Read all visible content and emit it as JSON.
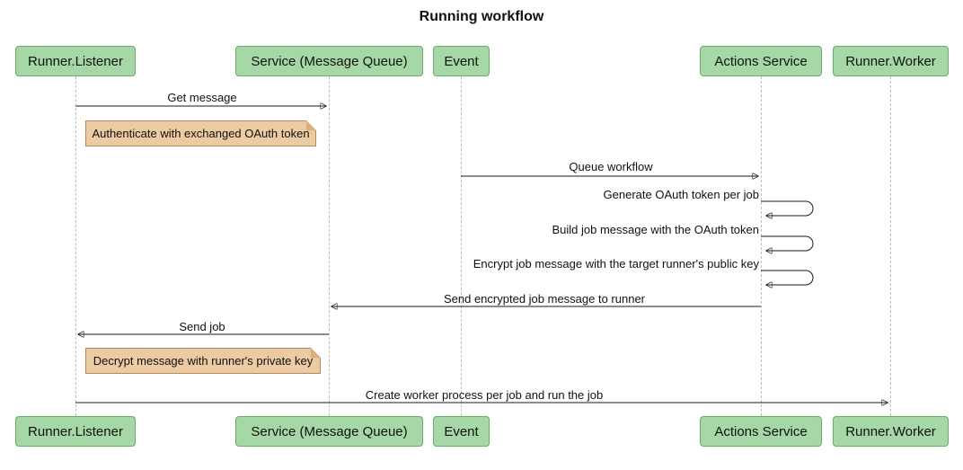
{
  "title": "Running workflow",
  "participants": [
    {
      "id": "runner-listener",
      "label": "Runner.Listener"
    },
    {
      "id": "service-message-queue",
      "label": "Service (Message Queue)"
    },
    {
      "id": "event",
      "label": "Event"
    },
    {
      "id": "actions-service",
      "label": "Actions Service"
    },
    {
      "id": "runner-worker",
      "label": "Runner.Worker"
    }
  ],
  "messages": [
    {
      "from": "Runner.Listener",
      "to": "Service (Message Queue)",
      "label": "Get message",
      "type": "solid"
    },
    {
      "from": "Event",
      "to": "Actions Service",
      "label": "Queue workflow",
      "type": "solid"
    },
    {
      "from": "Actions Service",
      "to": "Actions Service",
      "label": "Generate OAuth token per job",
      "type": "self"
    },
    {
      "from": "Actions Service",
      "to": "Actions Service",
      "label": "Build job message with the OAuth token",
      "type": "self"
    },
    {
      "from": "Actions Service",
      "to": "Actions Service",
      "label": "Encrypt job message with the target runner's public key",
      "type": "self"
    },
    {
      "from": "Actions Service",
      "to": "Service (Message Queue)",
      "label": "Send encrypted job message to runner",
      "type": "solid"
    },
    {
      "from": "Service (Message Queue)",
      "to": "Runner.Listener",
      "label": "Send job",
      "type": "solid"
    },
    {
      "from": "Runner.Listener",
      "to": "Runner.Worker",
      "label": "Create worker process per job and run the job",
      "type": "solid"
    }
  ],
  "notes": [
    {
      "over": "Runner.Listener",
      "text": "Authenticate with exchanged OAuth token"
    },
    {
      "over": "Runner.Listener",
      "text": "Decrypt message with runner's private key"
    }
  ],
  "colors": {
    "participant_fill": "#a6d7a6",
    "participant_border": "#6cab6c",
    "note_fill": "#eccaa2",
    "note_border": "#b5895b",
    "note_fold": "#d9af80",
    "lifeline": "#bfbfbf",
    "arrow": "#1a1a1a",
    "text": "#111111",
    "background": "#ffffff"
  }
}
